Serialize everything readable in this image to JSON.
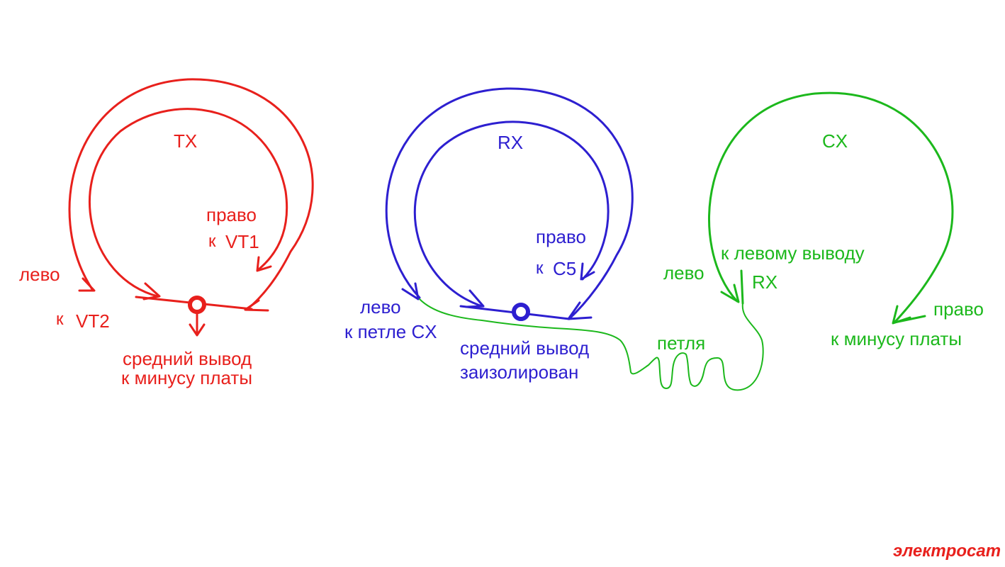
{
  "colors": {
    "tx": "#e8201c",
    "rx": "#2d1fd0",
    "cx": "#1cb81c"
  },
  "tx": {
    "title": "TX",
    "right_label": "право",
    "right_to_prefix": "к",
    "right_to": "VT1",
    "left_label": "лево",
    "left_to_prefix": "к",
    "left_to": "VT2",
    "middle_line1": "средний вывод",
    "middle_line2": "к минусу платы"
  },
  "rx": {
    "title": "RX",
    "right_label": "право",
    "right_to_prefix": "к",
    "right_to": "C5",
    "left_label": "лево",
    "left_to": "к петле CX",
    "middle_line1": "средний вывод",
    "middle_line2": "заизолирован"
  },
  "cx": {
    "title": "CX",
    "left_label": "лево",
    "left_to_line1": "к левому выводу",
    "left_to_line2": "RX",
    "right_label": "право",
    "right_to": "к минусу платы",
    "loop_label": "петля"
  },
  "watermark": "электросат"
}
